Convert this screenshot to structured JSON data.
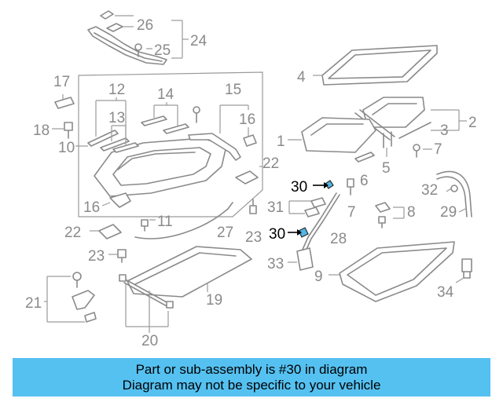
{
  "diagram": {
    "callouts": {
      "p1": "1",
      "p2": "2",
      "p3": "3",
      "p4": "4",
      "p5": "5",
      "p6": "6",
      "p7a": "7",
      "p7b": "7",
      "p8": "8",
      "p9": "9",
      "p10": "10",
      "p11": "11",
      "p12": "12",
      "p13": "13",
      "p14": "14",
      "p15": "15",
      "p16a": "16",
      "p16b": "16",
      "p17": "17",
      "p18": "18",
      "p19": "19",
      "p20": "20",
      "p21": "21",
      "p22a": "22",
      "p22b": "22",
      "p23a": "23",
      "p23b": "23",
      "p24": "24",
      "p25": "25",
      "p26": "26",
      "p27": "27",
      "p28": "28",
      "p29": "29",
      "p30a": "30",
      "p30b": "30",
      "p31": "31",
      "p32": "32",
      "p33": "33",
      "p34": "34"
    },
    "highlight_color": "#4fb8e8"
  },
  "banner": {
    "line1": "Part or sub-assembly is #30 in diagram",
    "line2": "Diagram may not be specific to your vehicle",
    "background": "#55c1f1"
  }
}
